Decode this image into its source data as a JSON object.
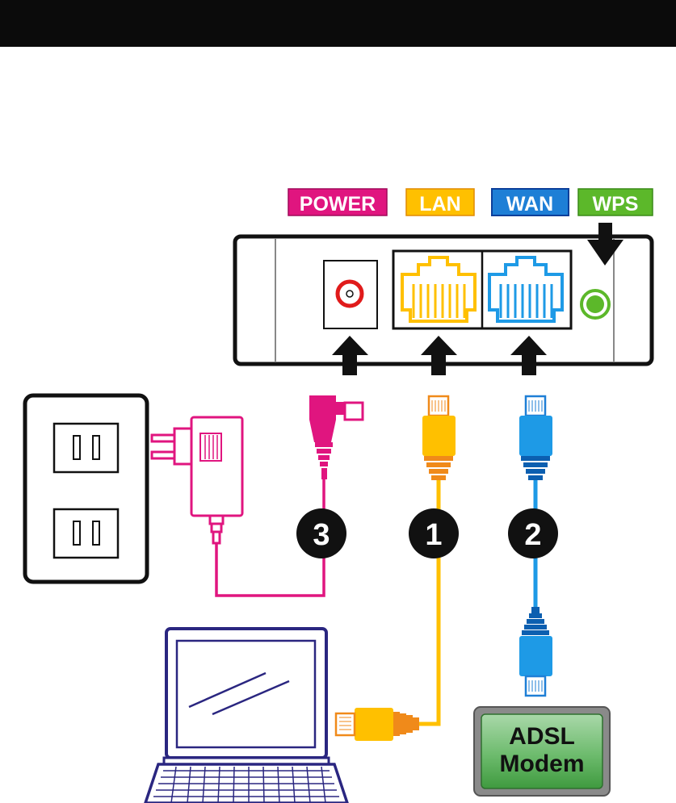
{
  "labels": {
    "power": "POWER",
    "lan": "LAN",
    "wan": "WAN",
    "wps": "WPS"
  },
  "steps": {
    "one": "1",
    "two": "2",
    "three": "3"
  },
  "modem": {
    "line1": "ADSL",
    "line2": "Modem"
  },
  "colors": {
    "power": "#e0157f",
    "lan": "#ffc000",
    "wan": "#1e7fd6",
    "wps": "#5cb82a",
    "outline": "#111111",
    "laptop": "#2a2680",
    "lan_plug_end": "#f08a1a"
  }
}
